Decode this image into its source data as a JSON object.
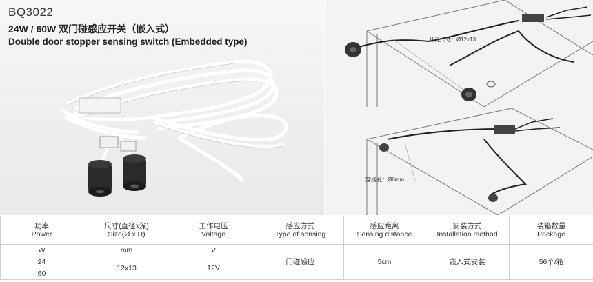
{
  "header": {
    "model": "BQ3022",
    "title_cn": "24W / 60W 双门碰感应开关（嵌入式）",
    "title_en": "Double door stopper sensing switch (Embedded type)"
  },
  "diagram_labels": {
    "top_hole": "开孔尺寸：Ø12x13",
    "bottom_hole": "穿线孔：Ø8mm"
  },
  "table": {
    "headers": [
      {
        "cn": "功率",
        "en": "Power"
      },
      {
        "cn": "尺寸(直径x深)",
        "en": "Size(Ø x D)"
      },
      {
        "cn": "工作电压",
        "en": "Voltage"
      },
      {
        "cn": "感应方式",
        "en": "Type of sensing"
      },
      {
        "cn": "感应距离",
        "en": "Sensing distance"
      },
      {
        "cn": "安装方式",
        "en": "Installation method"
      },
      {
        "cn": "装箱数量",
        "en": "Package"
      }
    ],
    "units": {
      "power": "W",
      "size": "mm",
      "voltage": "V"
    },
    "power_values": [
      "24",
      "60"
    ],
    "size": "12x13",
    "voltage": "12V",
    "sensing_type": "门碰感应",
    "sensing_distance": "5cm",
    "installation": "嵌入式安装",
    "package": "56个/箱"
  },
  "colors": {
    "accent_cable": "#ffffff",
    "sensor": "#2a2a2a",
    "border": "#cfcfcf"
  }
}
